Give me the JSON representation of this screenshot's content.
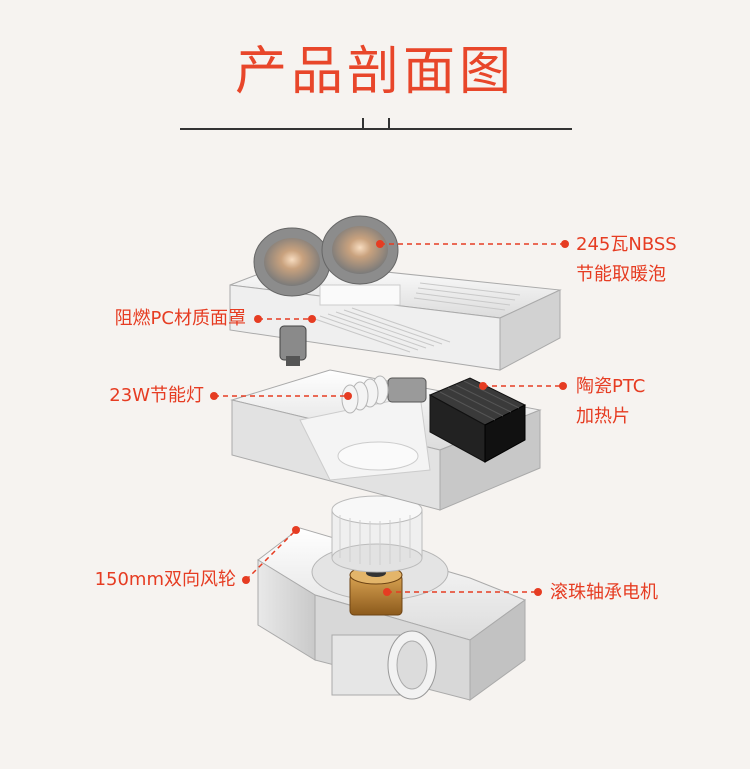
{
  "title": "产品剖面图",
  "callouts": {
    "bulb": [
      "245瓦NBSS",
      "节能取暖泡"
    ],
    "cover": "阻燃PC材质面罩",
    "lamp": "23W节能灯",
    "ptc": [
      "陶瓷PTC",
      "加热片"
    ],
    "wheel": "150mm双向风轮",
    "motor": "滚珠轴承电机"
  },
  "colors": {
    "accent": "#e63c22",
    "title": "#e8462a",
    "background": "#f6f3f0"
  }
}
